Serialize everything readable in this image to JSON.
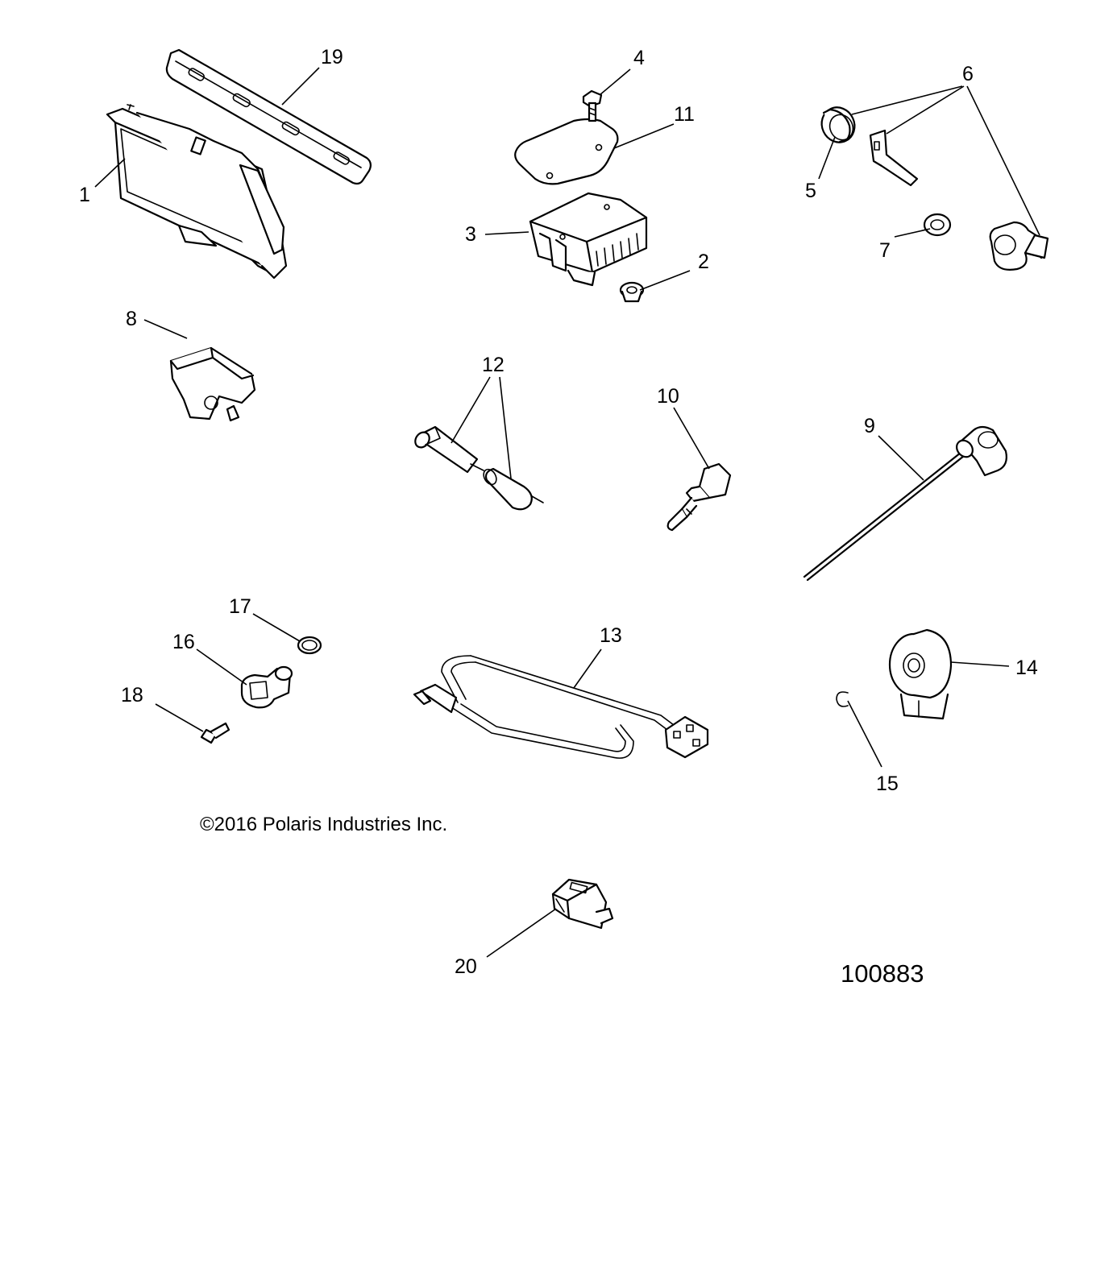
{
  "callouts": [
    "1",
    "2",
    "3",
    "4",
    "5",
    "6",
    "7",
    "8",
    "9",
    "10",
    "11",
    "12",
    "13",
    "14",
    "15",
    "16",
    "17",
    "18",
    "19",
    "20"
  ],
  "copyright": "©2016 Polaris Industries Inc.",
  "drawing_number": "100883"
}
